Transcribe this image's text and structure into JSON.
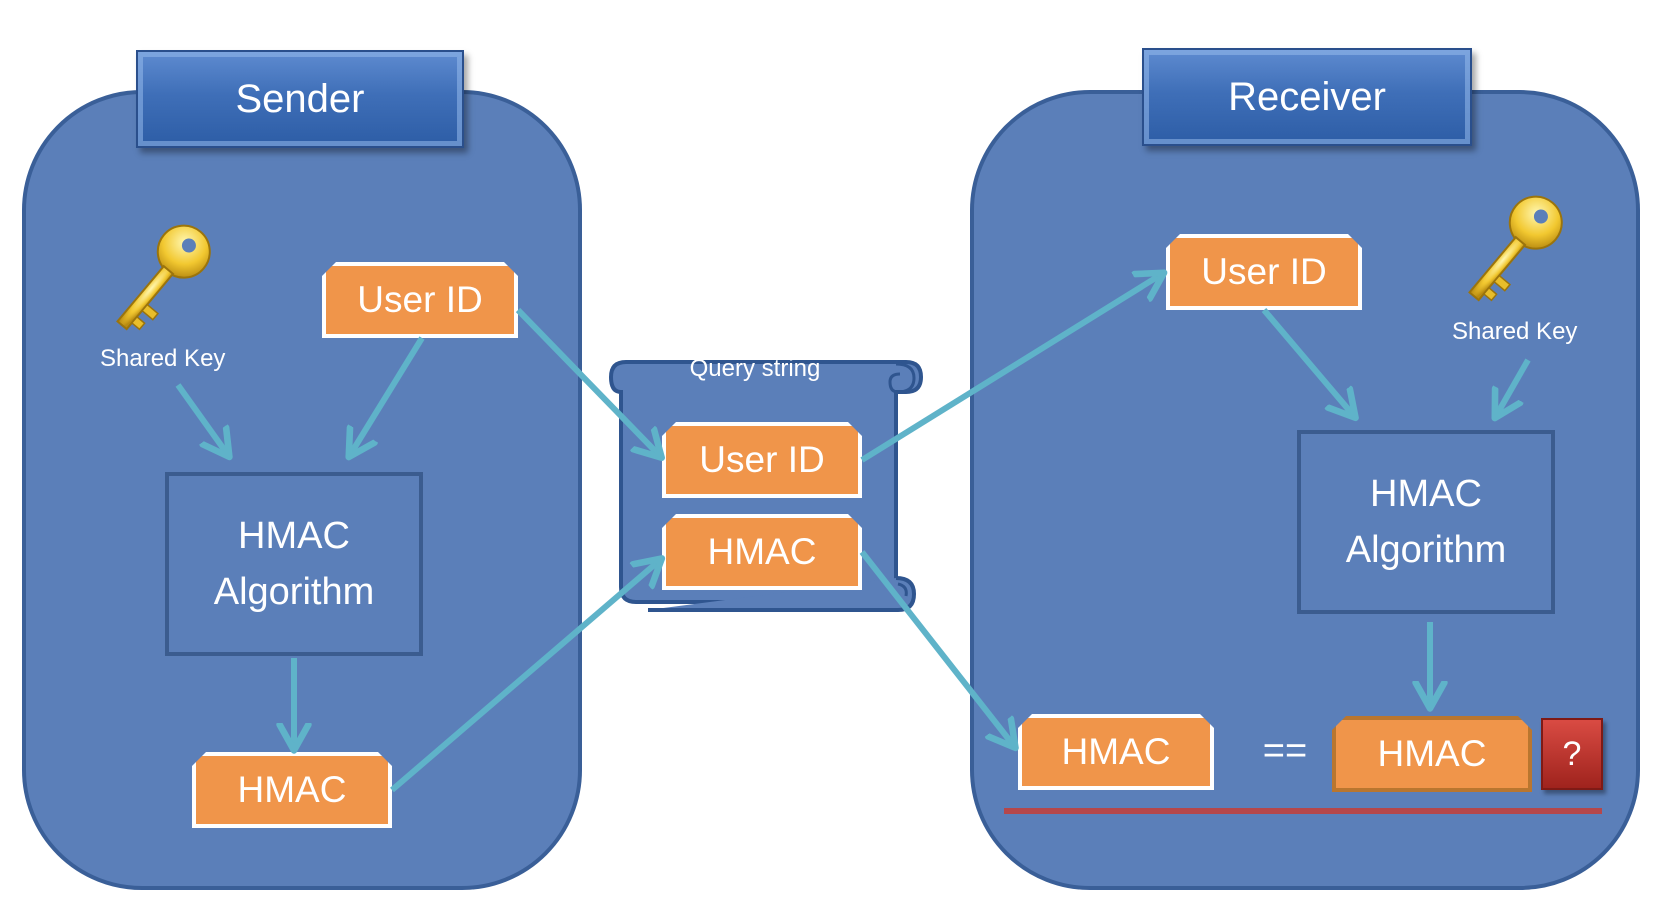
{
  "sender": {
    "title": "Sender",
    "key_label": "Shared Key",
    "user_id": "User ID",
    "algorithm_line1": "HMAC",
    "algorithm_line2": "Algorithm",
    "hmac": "HMAC"
  },
  "query_string": {
    "label": "Query string",
    "user_id": "User ID",
    "hmac": "HMAC"
  },
  "receiver": {
    "title": "Receiver",
    "key_label": "Shared Key",
    "user_id": "User ID",
    "algorithm_line1": "HMAC",
    "algorithm_line2": "Algorithm",
    "received_hmac": "HMAC",
    "equals": "==",
    "computed_hmac": "HMAC",
    "question": "?"
  },
  "colors": {
    "panel_fill": "#5b7fb9",
    "tag_fill": "#f0954a",
    "arrow": "#5fb3c9",
    "question_fill": "#b82f28",
    "underline": "#b5474b"
  }
}
